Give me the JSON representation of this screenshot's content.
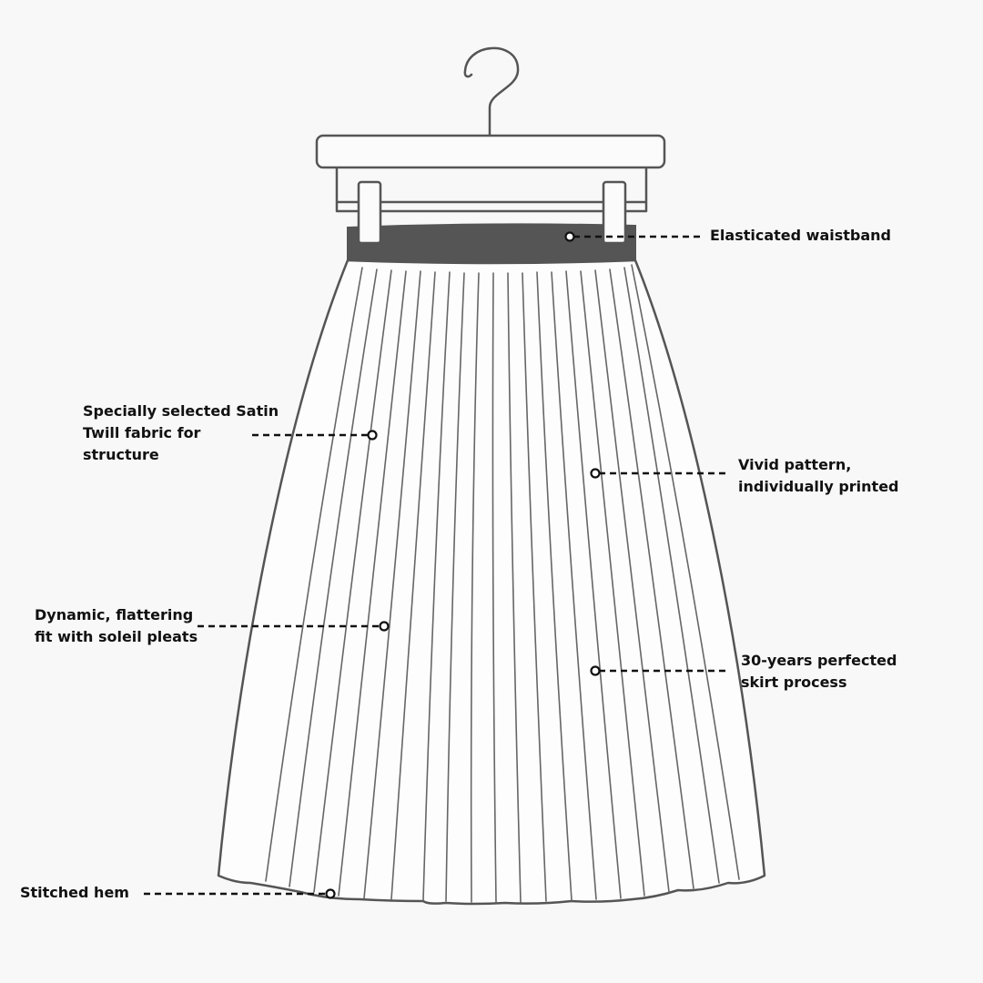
{
  "palette": {
    "background": "#f8f8f8",
    "outline": "#555555",
    "waistband": "#555555",
    "text": "#111111"
  },
  "icons": {
    "hanger": "hanger-icon",
    "skirt": "pleated-skirt-icon",
    "marker": "callout-dot-icon"
  },
  "callouts": {
    "waistband": {
      "text": "Elasticated waistband"
    },
    "fabric": {
      "text": "Specially selected Satin\nTwill fabric for\nstructure"
    },
    "pattern": {
      "text": "Vivid pattern,\nindividually printed"
    },
    "fit": {
      "text": "Dynamic, flattering\nfit with soleil pleats"
    },
    "process": {
      "text": "30-years perfected\nskirt process"
    },
    "hem": {
      "text": "Stitched hem"
    }
  }
}
